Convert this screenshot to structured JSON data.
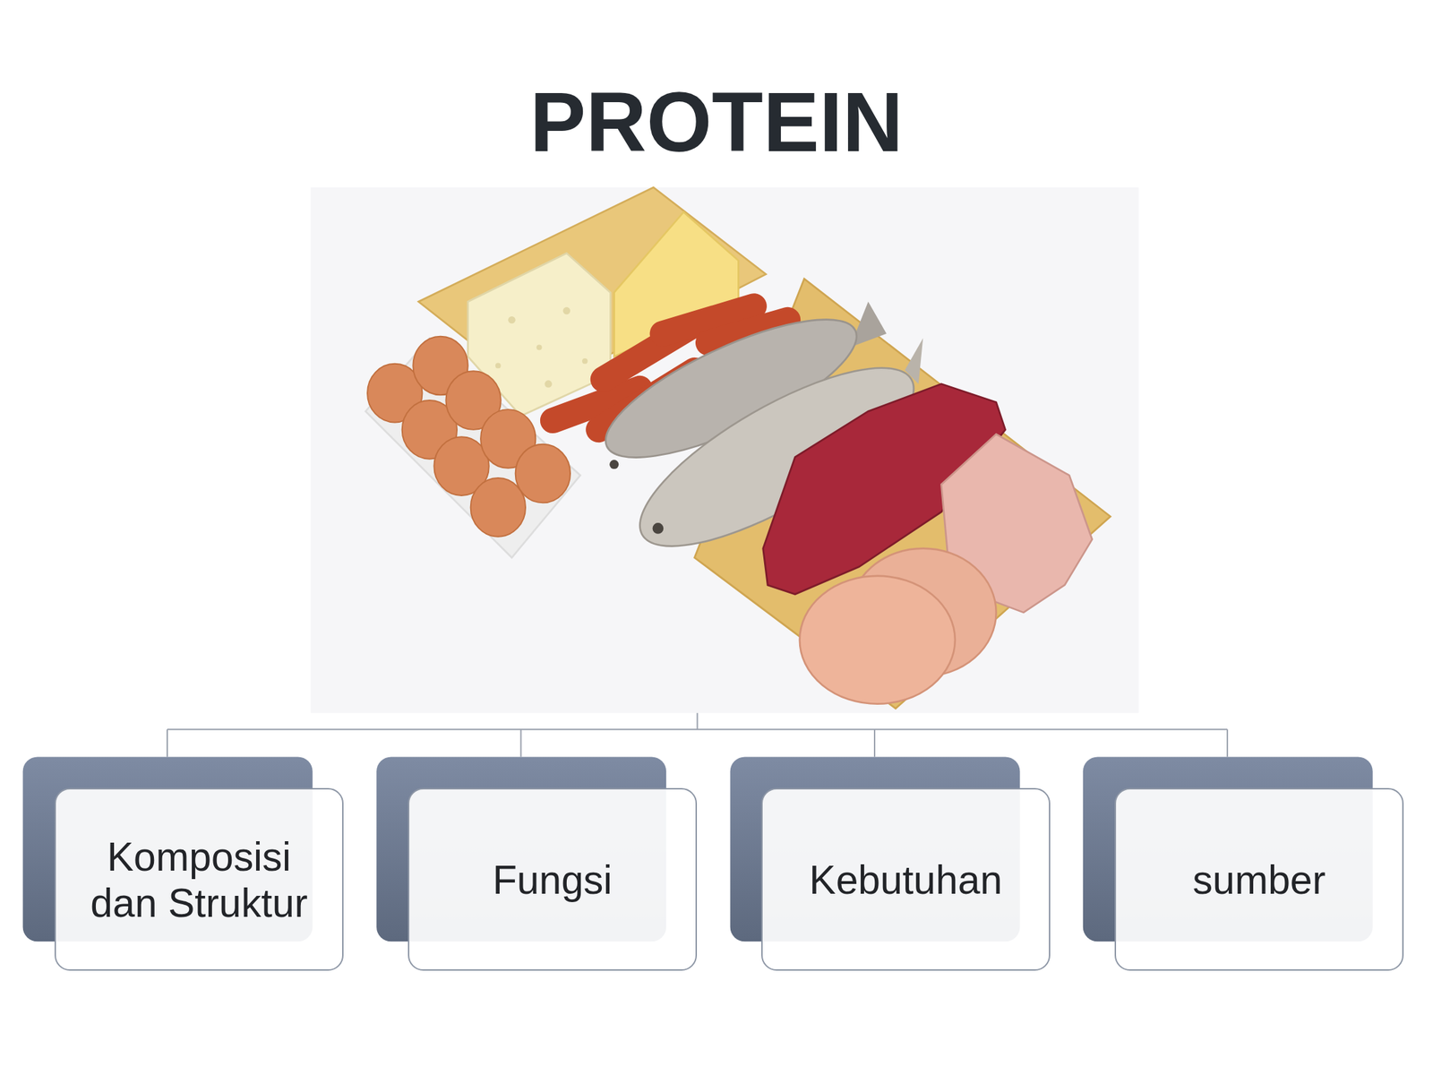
{
  "diagram": {
    "title": "PROTEIN",
    "nodes": [
      {
        "text": [
          "Komposisi dan Struktur"
        ]
      },
      {
        "text": [
          "Fungsi"
        ]
      },
      {
        "text": [
          "Kebutuhan"
        ]
      },
      {
        "text": [
          "sumber"
        ]
      }
    ]
  }
}
